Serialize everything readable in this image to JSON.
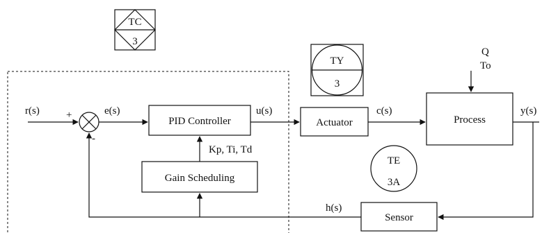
{
  "colors": {
    "line": "#111111",
    "background": "#ffffff"
  },
  "signals": {
    "reference": "r(s)",
    "error": "e(s)",
    "control": "u(s)",
    "actuated": "c(s)",
    "output": "y(s)",
    "measured": "h(s)",
    "gains": "Kp, Ti, Td",
    "plus_sign": "+",
    "minus_sign": "-"
  },
  "blocks": {
    "pid": "PID Controller",
    "gain_scheduling": "Gain Scheduling",
    "actuator": "Actuator",
    "process": "Process",
    "sensor": "Sensor"
  },
  "disturbances": {
    "flow": "Q",
    "temperature": "To"
  },
  "instruments": {
    "tc": {
      "tag": "TC",
      "loop": "3"
    },
    "ty": {
      "tag": "TY",
      "loop": "3"
    },
    "te": {
      "tag": "TE",
      "loop": "3A"
    }
  },
  "icons": {
    "summing_junction": "summing-junction-icon",
    "arrowhead": "arrowhead-icon"
  }
}
